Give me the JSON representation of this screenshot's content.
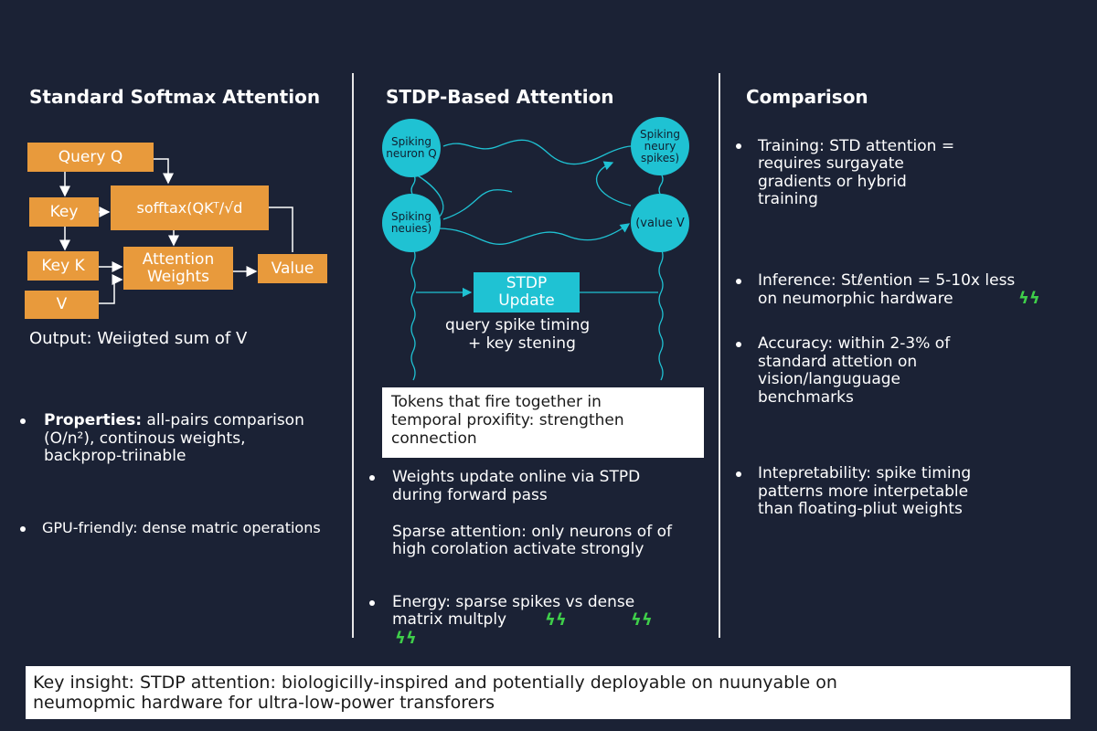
{
  "titles": {
    "left": "Standard Softmax Attention",
    "middle": "STDP-Based Attention",
    "right": "Comparison"
  },
  "left": {
    "boxes": {
      "query": "Query Q",
      "key": "Key",
      "softmax": "sofftax(QKᵀ/√d",
      "key_k": "Key K",
      "attention": "Attention Weights",
      "value": "Value",
      "v": "V"
    },
    "output": "Output: Weiigted sum of V",
    "bullet1_bold": "Properties:",
    "bullet1_rest_line1": " all-pairs comparison",
    "bullet1_line2": "(O/n²), continous weights,",
    "bullet1_line3": "backprop-triinable",
    "bullet2": "GPU-friendly: dense matric operations"
  },
  "middle": {
    "neurons": {
      "q": "Spiking neuron Q",
      "top_right": "Spiking neury spikes)",
      "bottom_left": "Spiking neuies)",
      "value": "(value V"
    },
    "stdp_box": "STDP Update",
    "caption_line1": "query spike timing",
    "caption_line2": "+ key stening",
    "note_line1": "Tokens that fire together in",
    "note_line2": "temporal proxifity: strengthen",
    "note_line3": "connection",
    "b1_line1": "Weights update online via STPD",
    "b1_line2": "during forward pass",
    "b2_line1": "Sparse attention: only neurons of of",
    "b2_line2": "high corolation activate strongly",
    "b3_line1": "Energy: sparse spikes vs dense",
    "b3_line2": "matrix multply"
  },
  "right": {
    "b1_line1": "Training: STD attention =",
    "b1_line2": "requires surgayate",
    "b1_line3": "gradients or hybrid",
    "b1_line4": "training",
    "b2_line1": "Inference: Stℓention = 5-10x less",
    "b2_line2": "on neumorphic hardware",
    "b3_line1": "Accuracy: within 2-3% of",
    "b3_line2": "standard attetion on",
    "b3_line3": "vision/languguage",
    "b3_line4": "benchmarks",
    "b4_line1": "Intepretability: spike timing",
    "b4_line2": "patterns more interpetable",
    "b4_line3": "than floating-pliut weights"
  },
  "footer": {
    "line1": "Key insight: STDP attention: biologicilly-inspired and potentially deployable on nuunyable on",
    "line2": "neumopmic hardware for ultra-low-power transforers"
  },
  "icons": {
    "energy": "lightning-bolt-icon"
  },
  "colors": {
    "background": "#1b2235",
    "orange_box": "#e89a3c",
    "neuron": "#1fc2d3",
    "stdp_box": "#1fc2d3",
    "bolt": "#3fcf4a"
  }
}
